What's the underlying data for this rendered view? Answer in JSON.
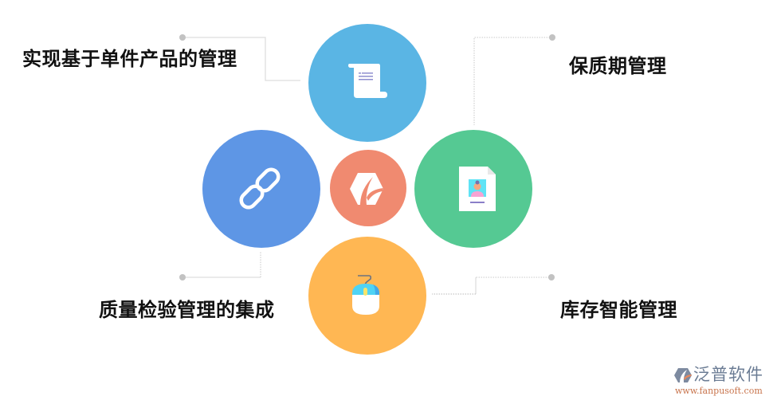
{
  "diagram": {
    "center": {
      "name": "fanpu-logo",
      "color": "#F08A70"
    },
    "nodes": [
      {
        "id": "top",
        "label": "实现基于单件产品的管理",
        "icon": "scroll-icon",
        "color": "#5AB5E4"
      },
      {
        "id": "right",
        "label": "保质期管理",
        "icon": "id-document-icon",
        "color": "#55C993"
      },
      {
        "id": "left",
        "label": "质量检验管理的集成",
        "icon": "chain-link-icon",
        "color": "#5E96E5"
      },
      {
        "id": "bottom",
        "label": "库存智能管理",
        "icon": "mouse-icon",
        "color": "#FFB753"
      }
    ]
  },
  "labels": {
    "top_left": "实现基于单件产品的管理",
    "top_right": "保质期管理",
    "bottom_left": "质量检验管理的集成",
    "bottom_right": "库存智能管理"
  },
  "watermark": {
    "brand": "泛普软件",
    "url": "www.fanpusoft.com"
  }
}
